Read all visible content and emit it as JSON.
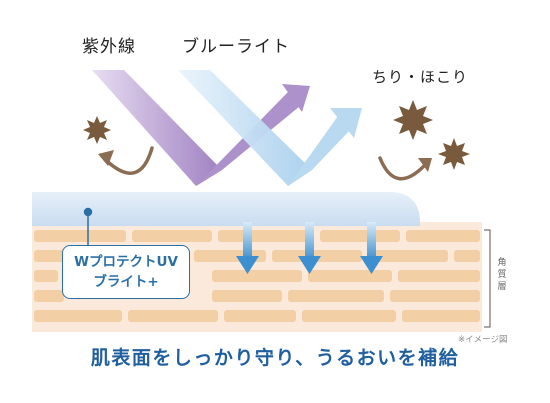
{
  "labels": {
    "uv": "紫外線",
    "bluelight": "ブルーライト",
    "dust": "ちり・ほこり"
  },
  "badge": {
    "line1": "WプロテクトUV",
    "line2": "ブライト+"
  },
  "side_label": "角質層",
  "note": "※イメージ図",
  "caption": "肌表面をしっかり守り、うるおいを補給",
  "colors": {
    "uv": "#9b7bbf",
    "bluelight": "#a8cfee",
    "skin": "#f3cfa6",
    "accent": "#2a6fa6",
    "dust": "#7a5a3c"
  }
}
